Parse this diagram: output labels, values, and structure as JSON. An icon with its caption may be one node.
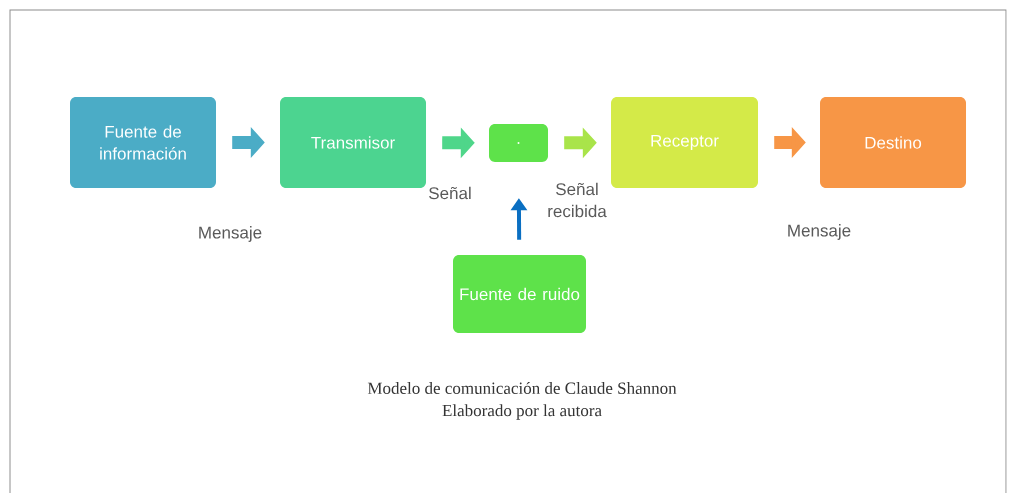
{
  "diagram": {
    "caption": "Modelo de comunicación de Claude Shannon",
    "nodes": [
      {
        "text": [
          "Fuente de información"
        ]
      },
      {
        "text": [
          "Transmisor"
        ]
      },
      {
        "text": [
          "."
        ]
      },
      {
        "text": [
          "Receptor"
        ]
      },
      {
        "text": [
          "Destino"
        ]
      },
      {
        "text": [
          "Fuente de ruido"
        ]
      }
    ],
    "edges": [
      {
        "from": 0,
        "to": 1,
        "arrow": "to",
        "color": "#4bacc6"
      },
      {
        "from": 1,
        "to": 2,
        "arrow": "to",
        "color": "#4fd68a"
      },
      {
        "from": 2,
        "to": 3,
        "arrow": "to",
        "color": "#a9e44a"
      },
      {
        "from": 3,
        "to": 4,
        "arrow": "to",
        "color": "#f79646"
      },
      {
        "from": 5,
        "to": 2,
        "arrow": "to",
        "color": "#0a6fc2"
      }
    ],
    "labels": [
      "Mensaje",
      "Señal",
      "Señal recibida",
      "Mensaje",
      "Elaborado por la autora"
    ]
  }
}
